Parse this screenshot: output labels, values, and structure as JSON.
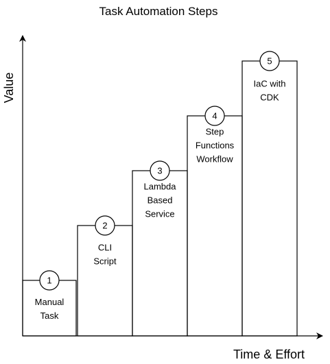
{
  "title": "Task Automation Steps",
  "y_axis_label": "Value",
  "x_axis_label": "Time & Effort",
  "colors": {
    "line": "#000000",
    "background": "#ffffff"
  },
  "steps": [
    {
      "number": "1",
      "lines": [
        "Manual",
        "Task"
      ]
    },
    {
      "number": "2",
      "lines": [
        "CLI",
        "Script"
      ]
    },
    {
      "number": "3",
      "lines": [
        "Lambda",
        "Based",
        "Service"
      ]
    },
    {
      "number": "4",
      "lines": [
        "Step",
        "Functions",
        "Workflow"
      ]
    },
    {
      "number": "5",
      "lines": [
        "IaC with",
        "CDK"
      ]
    }
  ]
}
